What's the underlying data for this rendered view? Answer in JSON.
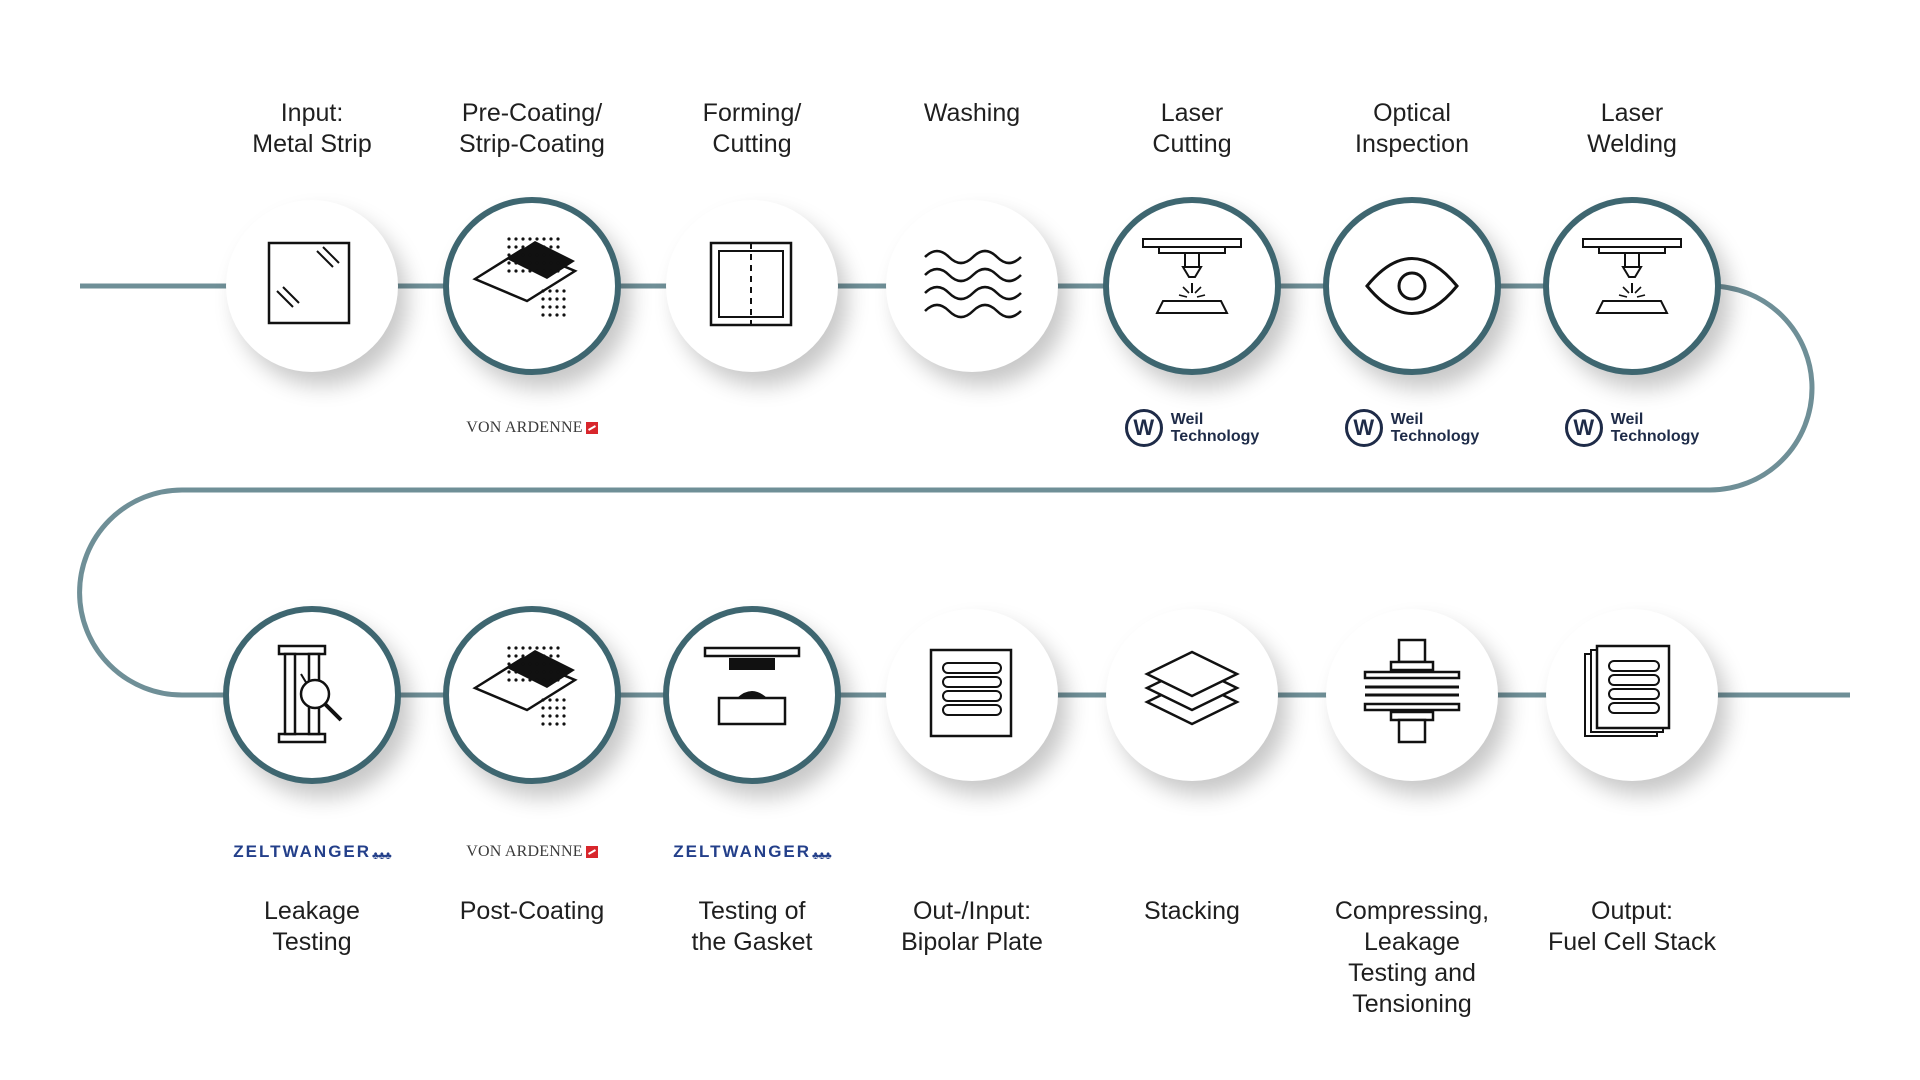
{
  "steps": [
    {
      "id": "input-metal-strip",
      "lines": [
        "Input:",
        "Metal Strip"
      ],
      "icon": "metal-strip-icon",
      "ring": false
    },
    {
      "id": "pre-coating",
      "lines": [
        "Pre-Coating/",
        "Strip-Coating"
      ],
      "icon": "coating-icon",
      "ring": true
    },
    {
      "id": "forming-cutting",
      "lines": [
        "Forming/",
        "Cutting"
      ],
      "icon": "forming-icon",
      "ring": false
    },
    {
      "id": "washing",
      "lines": [
        "Washing"
      ],
      "icon": "waves-icon",
      "ring": false
    },
    {
      "id": "laser-cutting",
      "lines": [
        "Laser",
        "Cutting"
      ],
      "icon": "laser-icon",
      "ring": true
    },
    {
      "id": "optical-inspection",
      "lines": [
        "Optical",
        "Inspection"
      ],
      "icon": "eye-icon",
      "ring": true
    },
    {
      "id": "laser-welding",
      "lines": [
        "Laser",
        "Welding"
      ],
      "icon": "laser-icon",
      "ring": true
    },
    {
      "id": "leakage-testing",
      "lines": [
        "Leakage",
        "Testing"
      ],
      "icon": "leak-test-icon",
      "ring": true
    },
    {
      "id": "post-coating",
      "lines": [
        "Post-Coating"
      ],
      "icon": "coating-icon",
      "ring": true
    },
    {
      "id": "testing-gasket",
      "lines": [
        "Testing of",
        "the Gasket"
      ],
      "icon": "gasket-press-icon",
      "ring": true
    },
    {
      "id": "bipolar-plate",
      "lines": [
        "Out-/Input:",
        "Bipolar Plate"
      ],
      "icon": "bipolar-plate-icon",
      "ring": false
    },
    {
      "id": "stacking",
      "lines": [
        "Stacking"
      ],
      "icon": "layers-icon",
      "ring": false
    },
    {
      "id": "compressing",
      "lines": [
        "Compressing,",
        "Leakage",
        "Testing and",
        "Tensioning"
      ],
      "icon": "compress-icon",
      "ring": false
    },
    {
      "id": "output-stack",
      "lines": [
        "Output:",
        "Fuel Cell Stack"
      ],
      "icon": "stack-output-icon",
      "ring": false
    }
  ],
  "partners": {
    "weil": {
      "line1": "Weil",
      "line2": "Technology",
      "mark": "W"
    },
    "von_ardenne": {
      "name": "VON ARDENNE"
    },
    "zeltwanger": {
      "name": "ZELTWANGER"
    }
  },
  "partner_placements": [
    {
      "step": "pre-coating",
      "partner": "von_ardenne"
    },
    {
      "step": "laser-cutting",
      "partner": "weil"
    },
    {
      "step": "optical-inspection",
      "partner": "weil"
    },
    {
      "step": "laser-welding",
      "partner": "weil"
    },
    {
      "step": "leakage-testing",
      "partner": "zeltwanger"
    },
    {
      "step": "post-coating",
      "partner": "von_ardenne"
    },
    {
      "step": "testing-gasket",
      "partner": "zeltwanger"
    }
  ],
  "colors": {
    "line": "#6f8f97",
    "ring": "#3e6670",
    "icon": "#1a1a1a",
    "text": "#1f1f1f",
    "weil": "#1e2b48",
    "zeltwanger": "#233f8a",
    "von_ardenne_mark": "#d8262c"
  }
}
